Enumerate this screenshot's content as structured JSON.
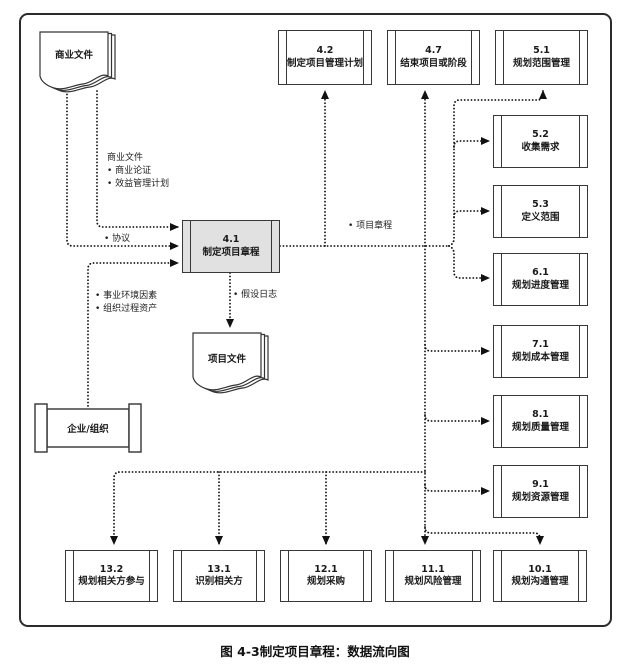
{
  "figure": {
    "caption": "图 4-3制定项目章程：数据流向图"
  },
  "entities": {
    "business_documents": "商业文件",
    "project_documents": "项目文件",
    "enterprise_organization": "企业/组织"
  },
  "center_process": {
    "id": "4.1",
    "name": "制定项目章程"
  },
  "processes": [
    {
      "id": "4.2",
      "name": "制定项目管理计划"
    },
    {
      "id": "4.7",
      "name": "结束项目或阶段"
    },
    {
      "id": "5.1",
      "name": "规划范围管理"
    },
    {
      "id": "5.2",
      "name": "收集需求"
    },
    {
      "id": "5.3",
      "name": "定义范围"
    },
    {
      "id": "6.1",
      "name": "规划进度管理"
    },
    {
      "id": "7.1",
      "name": "规划成本管理"
    },
    {
      "id": "8.1",
      "name": "规划质量管理"
    },
    {
      "id": "9.1",
      "name": "规划资源管理"
    },
    {
      "id": "13.2",
      "name": "规划相关方参与"
    },
    {
      "id": "13.1",
      "name": "识别相关方"
    },
    {
      "id": "12.1",
      "name": "规划采购"
    },
    {
      "id": "11.1",
      "name": "规划风险管理"
    },
    {
      "id": "10.1",
      "name": "规划沟通管理"
    }
  ],
  "annotations": {
    "business_header": "商业文件",
    "business_case": "• 商业论证",
    "benefits_plan": "• 效益管理计划",
    "agreements": "• 协议",
    "eef": "• 事业环境因素",
    "opa": "• 组织过程资产",
    "project_charter": "• 项目章程",
    "assumption_log": "• 假设日志"
  },
  "colors": {
    "line": "#111111",
    "box_border": "#383838",
    "center_process_fill": "#e1e1e1",
    "background": "#ffffff"
  }
}
